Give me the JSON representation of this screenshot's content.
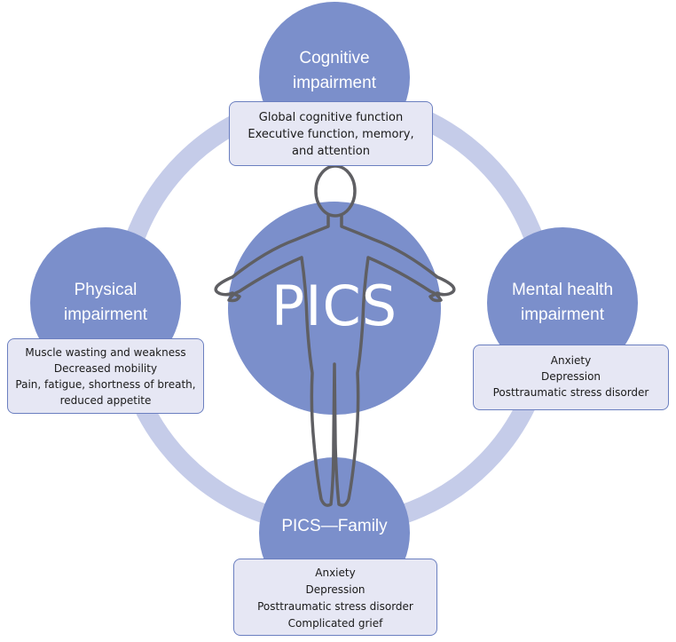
{
  "diagram": {
    "center": {
      "label": "PICS"
    },
    "cognitive": {
      "title_lines": [
        "Cognitive",
        "impairment"
      ],
      "items": [
        "Global cognitive function",
        "Executive function, memory,",
        "and attention"
      ]
    },
    "physical": {
      "title_lines": [
        "Physical",
        "impairment"
      ],
      "items": [
        "Muscle wasting and weakness",
        "Decreased mobility",
        "Pain, fatigue, shortness of breath,",
        "reduced appetite"
      ]
    },
    "mental": {
      "title_lines": [
        "Mental health",
        "impairment"
      ],
      "items": [
        "Anxiety",
        "Depression",
        "Posttraumatic stress disorder"
      ]
    },
    "family": {
      "title_lines": [
        "PICS—Family"
      ],
      "items": [
        "Anxiety",
        "Depression",
        "Posttraumatic stress disorder",
        "Complicated grief"
      ]
    },
    "colors": {
      "node_fill": "#7b8fcb",
      "ring": "#c5cce9",
      "box_fill": "#e6e7f4",
      "box_border": "#6b7fc0",
      "figure_outline": "#5f5f63"
    },
    "icons": [
      "human-figure-icon"
    ]
  }
}
